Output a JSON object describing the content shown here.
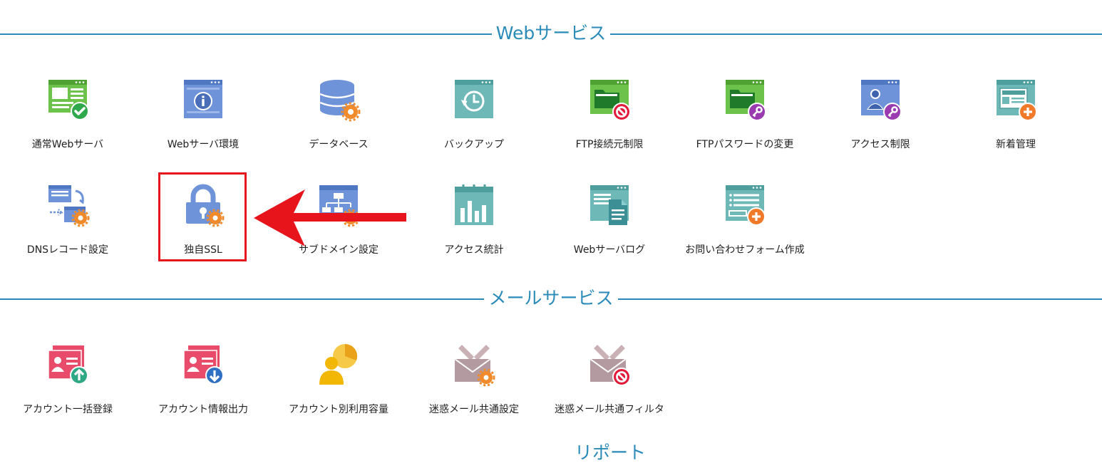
{
  "sections": [
    {
      "title": "Webサービス"
    },
    {
      "title": "メールサービス"
    },
    {
      "title": "リポート"
    }
  ],
  "web": [
    {
      "label": "通常Webサーバ",
      "icon": "web-ok-icon"
    },
    {
      "label": "Webサーバ環境",
      "icon": "info-window-icon"
    },
    {
      "label": "データベース",
      "icon": "database-gear-icon"
    },
    {
      "label": "バックアップ",
      "icon": "backup-clock-icon"
    },
    {
      "label": "FTP接続元制限",
      "icon": "ftp-block-icon"
    },
    {
      "label": "FTPパスワードの変更",
      "icon": "ftp-key-icon"
    },
    {
      "label": "アクセス制限",
      "icon": "user-key-icon"
    },
    {
      "label": "新着管理",
      "icon": "news-add-icon"
    },
    {
      "label": "DNSレコード設定",
      "icon": "dns-gear-icon"
    },
    {
      "label": "独自SSL",
      "icon": "lock-gear-icon"
    },
    {
      "label": "サブドメイン設定",
      "icon": "sitemap-gear-icon"
    },
    {
      "label": "アクセス統計",
      "icon": "chart-calendar-icon"
    },
    {
      "label": "Webサーバログ",
      "icon": "log-document-icon"
    },
    {
      "label": "お問い合わせフォーム作成",
      "icon": "form-add-icon"
    }
  ],
  "mail": [
    {
      "label": "アカウント一括登録",
      "icon": "account-upload-icon"
    },
    {
      "label": "アカウント情報出力",
      "icon": "account-download-icon"
    },
    {
      "label": "アカウント別利用容量",
      "icon": "user-pie-icon"
    },
    {
      "label": "迷惑メール共通設定",
      "icon": "spam-gear-icon"
    },
    {
      "label": "迷惑メール共通フィルタ",
      "icon": "spam-block-icon"
    }
  ],
  "colors": {
    "accent": "#2a8bb8",
    "highlight": "#e8141c"
  }
}
